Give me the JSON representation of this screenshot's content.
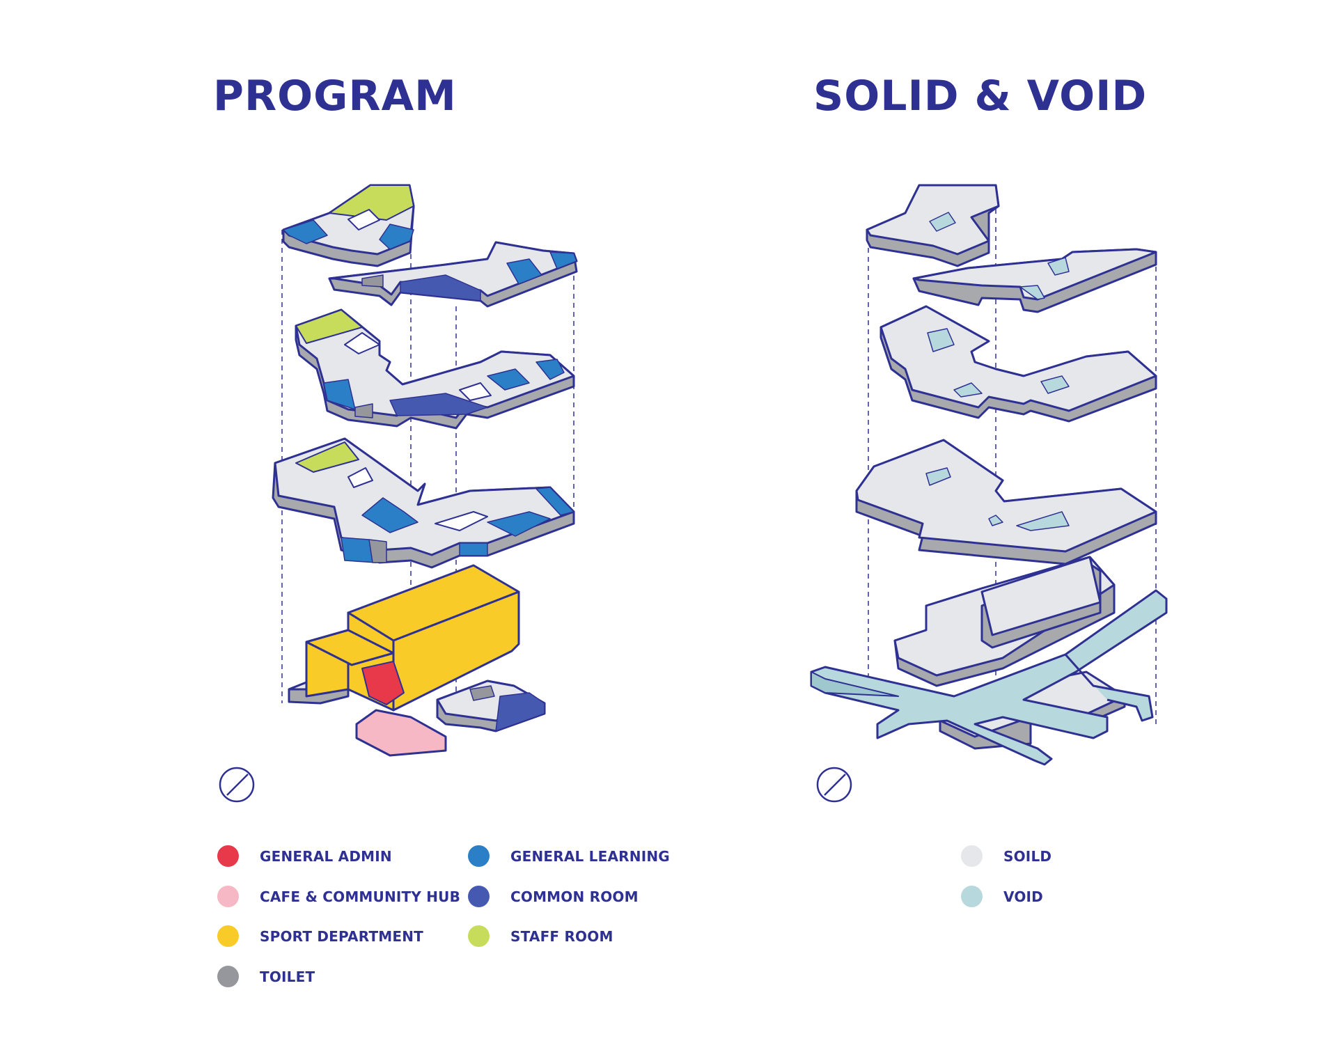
{
  "program": {
    "title": "PROGRAM",
    "legend": [
      {
        "label": "GENERAL ADMIN",
        "color": "#e8394a"
      },
      {
        "label": "CAFE & COMMUNITY HUB",
        "color": "#f6b8c4"
      },
      {
        "label": "SPORT DEPARTMENT",
        "color": "#f9cb28"
      },
      {
        "label": "TOILET",
        "color": "#96979c"
      },
      {
        "label": "GENERAL LEARNING",
        "color": "#2a7fc6"
      },
      {
        "label": "COMMON ROOM",
        "color": "#4659b0"
      },
      {
        "label": "STAFF ROOM",
        "color": "#c8dc5b"
      }
    ]
  },
  "solid_void": {
    "title": "SOLID & VOID",
    "legend": [
      {
        "label": "SOILD",
        "color": "#e5e7ea"
      },
      {
        "label": "VOID",
        "color": "#b7d8dc"
      }
    ]
  },
  "colors": {
    "outline": "#2e3192",
    "floor": "#e5e7ea",
    "side": "#a7a9ac",
    "void": "#b7d8dc"
  }
}
